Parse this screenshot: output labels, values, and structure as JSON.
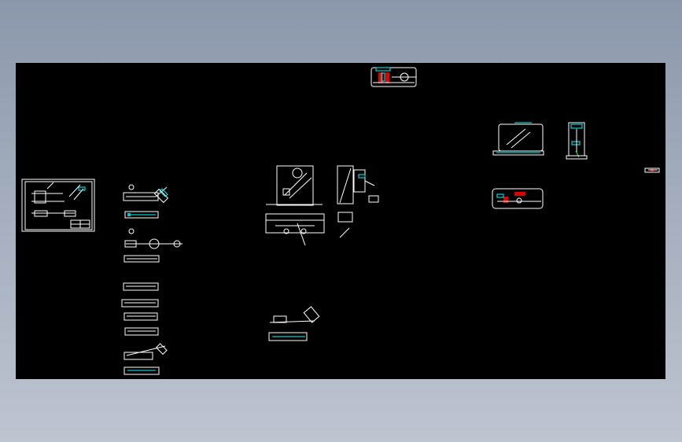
{
  "viewer": {
    "background_color": "#000000",
    "backdrop_top": "#8b98ab",
    "backdrop_bottom": "#bec4d0",
    "line_colors": [
      "#ffffff",
      "#00ffff",
      "#e00000",
      "#00ff40"
    ]
  },
  "drawings": [
    {
      "name": "assembly-sheet-with-frame"
    },
    {
      "name": "fixture-top-view"
    },
    {
      "name": "fixture-front-view"
    },
    {
      "name": "fixture-side-view"
    },
    {
      "name": "fixture-section-view"
    },
    {
      "name": "part-column-views"
    },
    {
      "name": "center-part-views"
    },
    {
      "name": "small-detail-views"
    }
  ]
}
